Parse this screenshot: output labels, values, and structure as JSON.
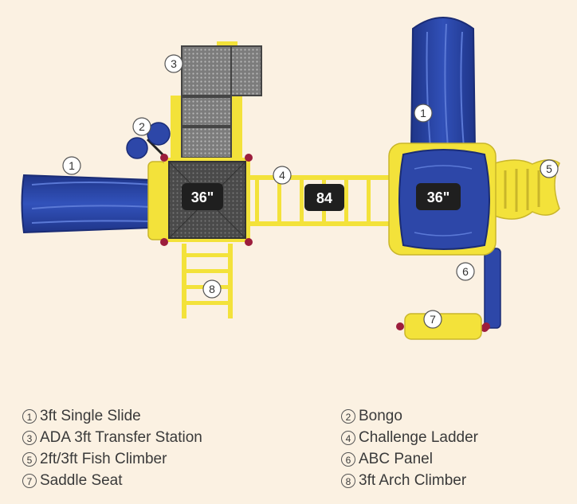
{
  "callouts": [
    {
      "id": "1",
      "label": "1"
    },
    {
      "id": "1b",
      "label": "1"
    },
    {
      "id": "2",
      "label": "2"
    },
    {
      "id": "3",
      "label": "3"
    },
    {
      "id": "4",
      "label": "4"
    },
    {
      "id": "5",
      "label": "5"
    },
    {
      "id": "6",
      "label": "6"
    },
    {
      "id": "7",
      "label": "7"
    },
    {
      "id": "8",
      "label": "8"
    }
  ],
  "dimensions": {
    "left_deck": "36\"",
    "bridge": "84",
    "right_deck": "36\""
  },
  "legend": [
    {
      "num": "1",
      "text": "3ft Single Slide"
    },
    {
      "num": "2",
      "text": "Bongo"
    },
    {
      "num": "3",
      "text": "ADA 3ft Transfer Station"
    },
    {
      "num": "4",
      "text": "Challenge Ladder"
    },
    {
      "num": "5",
      "text": "2ft/3ft Fish Climber"
    },
    {
      "num": "6",
      "text": "ABC Panel"
    },
    {
      "num": "7",
      "text": "Saddle Seat"
    },
    {
      "num": "8",
      "text": "3ft Arch Climber"
    }
  ],
  "colors": {
    "background": "#fbf1e2",
    "blue": "#2d47a8",
    "yellow": "#f3e23a",
    "gray": "#5a5a5a",
    "dark_label": "#1f1f1f"
  }
}
